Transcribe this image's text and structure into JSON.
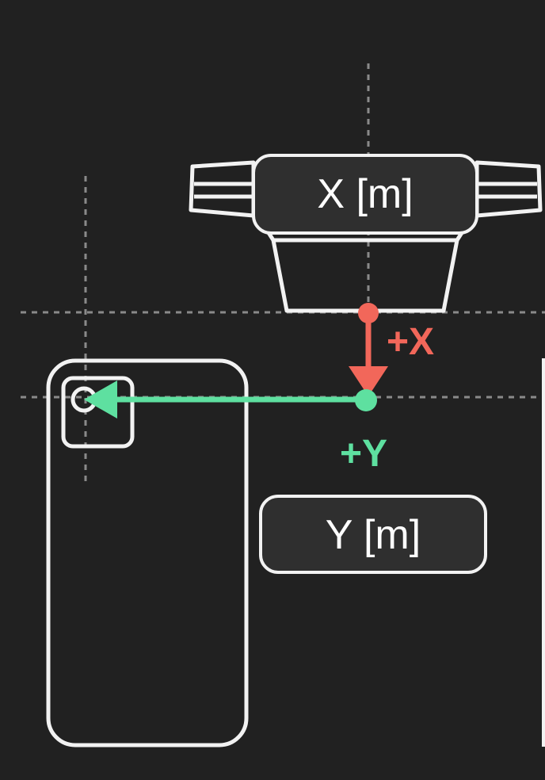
{
  "labels": {
    "x_box": "X [m]",
    "y_box": "Y [m]",
    "x_axis": "+X",
    "y_axis": "+Y"
  },
  "colors": {
    "background": "#212121",
    "outline": "#f2f2f2",
    "guide": "#8a8a8a",
    "label_box_fill": "#2f2f2f",
    "x_axis": "#f2675a",
    "y_axis": "#5ee0a0"
  },
  "icons": {
    "device_top": "drone-top-view-icon",
    "phone": "smartphone-outline-icon",
    "phone_camera": "camera-lens-icon"
  }
}
